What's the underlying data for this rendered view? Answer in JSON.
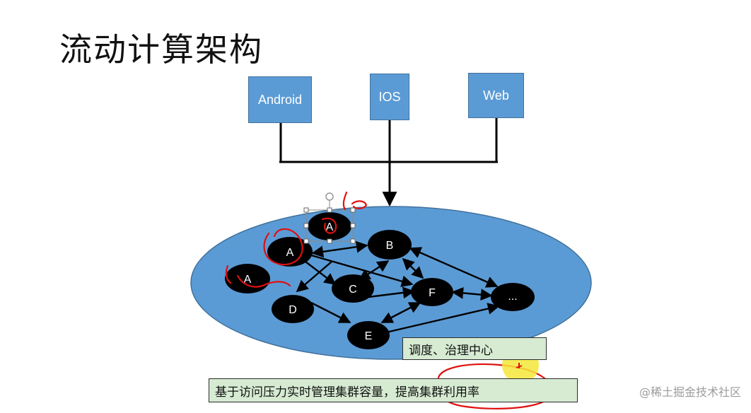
{
  "title": "流动计算架构",
  "clients": [
    "Android",
    "IOS",
    "Web"
  ],
  "nodes": {
    "a_top": "A",
    "a_mid": "A",
    "a_left": "A",
    "b": "B",
    "c": "C",
    "d": "D",
    "e": "E",
    "f": "F",
    "more": "..."
  },
  "scheduler_label": "调度、治理中心",
  "bottom_text": "基于访问压力实时管理集群容量，提高集群利用率",
  "watermark": "@稀土掘金技术社区",
  "colors": {
    "client_box": "#5b9bd5",
    "ellipse": "#5b9bd5",
    "node": "#000000",
    "green_box": "#d6ebd2",
    "annotation": "#e01010"
  }
}
